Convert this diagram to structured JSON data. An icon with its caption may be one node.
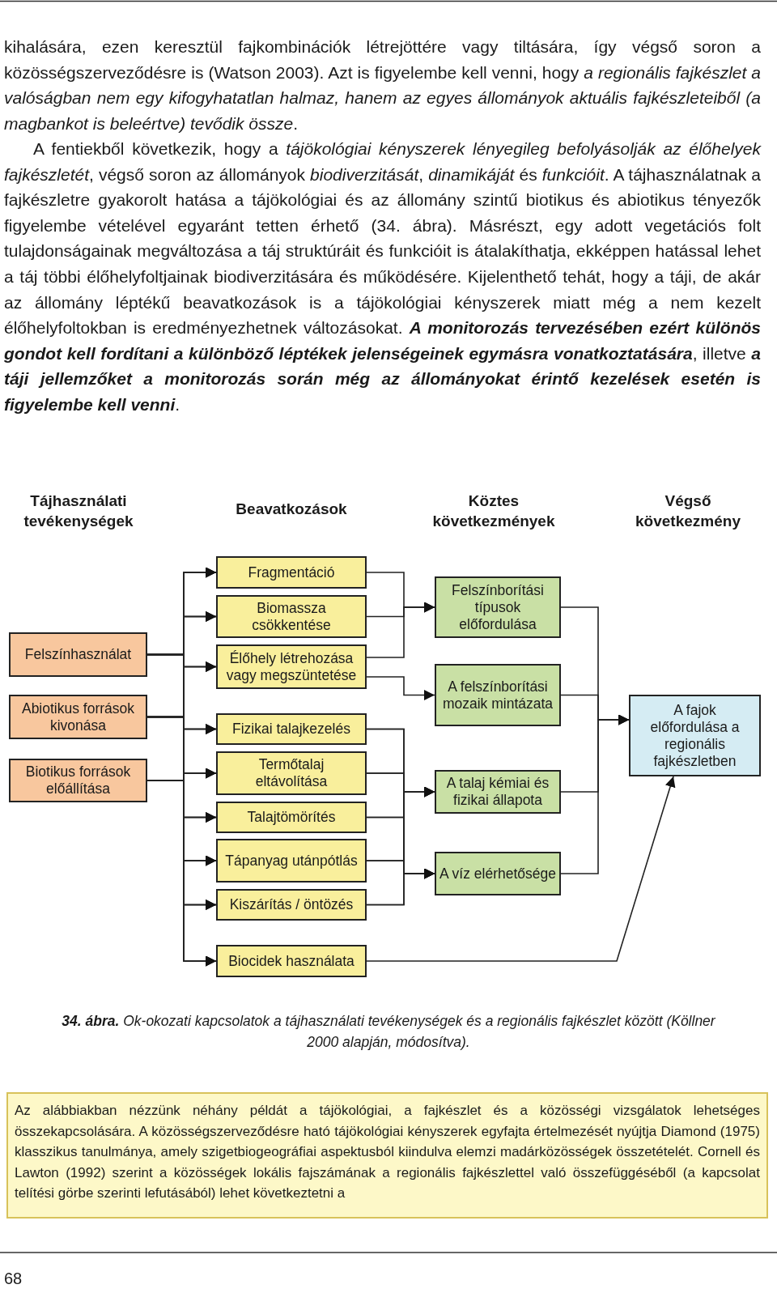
{
  "diagram": {
    "caption": "**34. ábra.** Ok-okozati kapcsolatok a tájhasználati tevékenységek és a regionális fajkészlet között (Köllner 2000 alapján, módosítva).",
    "nodes": [
      {
        "text": [
          "Felszínhasználat"
        ]
      },
      {
        "text": [
          "Abiotikus források kivonása"
        ]
      },
      {
        "text": [
          "Biotikus források előállítása"
        ]
      },
      {
        "text": [
          "Fragmentáció"
        ]
      },
      {
        "text": [
          "Biomassza csökkentése"
        ]
      },
      {
        "text": [
          "Élőhely létrehozása vagy megszüntetése"
        ]
      },
      {
        "text": [
          "Fizikai talajkezelés"
        ]
      },
      {
        "text": [
          "Termőtalaj eltávolítása"
        ]
      },
      {
        "text": [
          "Talajtömörítés"
        ]
      },
      {
        "text": [
          "Tápanyag utánpótlás"
        ]
      },
      {
        "text": [
          "Kiszárítás / öntözés"
        ]
      },
      {
        "text": [
          "Biocidek használata"
        ]
      },
      {
        "text": [
          "Felszínborítási típusok előfordulása"
        ]
      },
      {
        "text": [
          "A felszínborítási mozaik mintázata"
        ]
      },
      {
        "text": [
          "A talaj kémiai és fizikai állapota"
        ]
      },
      {
        "text": [
          "A víz elérhetősége"
        ]
      },
      {
        "text": [
          "A fajok előfordulása a regionális fajkészletben"
        ]
      },
      {
        "text": [
          "Az alábbiakban nézzünk néhány példát a tájökológiai, a fajkészlet és a közösségi vizsgálatok lehetséges összekapcsolására. A közösségszerveződésre ható tájökológiai kényszerek egyfajta értelmezését nyújtja Diamond (1975) klasszikus tanulmánya, amely szigetbiogeográfiai aspektusból kiindulva elemzi madárközösségek összetételét. Cornell és Lawton (1992) szerint a közösségek lokális fajszámának a regionális fajkészlettel való összefüggéséből (a kapcsolat telítési görbe szerinti lefutásából) lehet következtetni a"
        ]
      }
    ],
    "edges": [
      {
        "from": 0,
        "to": 3,
        "arrow": "to"
      },
      {
        "from": 0,
        "to": 4,
        "arrow": "to"
      },
      {
        "from": 0,
        "to": 5,
        "arrow": "to"
      },
      {
        "from": 0,
        "to": 6,
        "arrow": "to"
      },
      {
        "from": 0,
        "to": 7,
        "arrow": "to"
      },
      {
        "from": 0,
        "to": 8,
        "arrow": "to"
      },
      {
        "from": 0,
        "to": 9,
        "arrow": "to"
      },
      {
        "from": 0,
        "to": 10,
        "arrow": "to"
      },
      {
        "from": 0,
        "to": 11,
        "arrow": "to"
      },
      {
        "from": 1,
        "to": 3,
        "arrow": "to"
      },
      {
        "from": 1,
        "to": 4,
        "arrow": "to"
      },
      {
        "from": 1,
        "to": 5,
        "arrow": "to"
      },
      {
        "from": 1,
        "to": 6,
        "arrow": "to"
      },
      {
        "from": 1,
        "to": 7,
        "arrow": "to"
      },
      {
        "from": 1,
        "to": 8,
        "arrow": "to"
      },
      {
        "from": 1,
        "to": 9,
        "arrow": "to"
      },
      {
        "from": 1,
        "to": 10,
        "arrow": "to"
      },
      {
        "from": 1,
        "to": 11,
        "arrow": "to"
      },
      {
        "from": 2,
        "to": 3,
        "arrow": "to"
      },
      {
        "from": 2,
        "to": 4,
        "arrow": "to"
      },
      {
        "from": 2,
        "to": 5,
        "arrow": "to"
      },
      {
        "from": 2,
        "to": 6,
        "arrow": "to"
      },
      {
        "from": 2,
        "to": 7,
        "arrow": "to"
      },
      {
        "from": 2,
        "to": 8,
        "arrow": "to"
      },
      {
        "from": 2,
        "to": 9,
        "arrow": "to"
      },
      {
        "from": 2,
        "to": 10,
        "arrow": "to"
      },
      {
        "from": 2,
        "to": 11,
        "arrow": "to"
      },
      {
        "from": 3,
        "to": 12,
        "arrow": "to"
      },
      {
        "from": 4,
        "to": 12,
        "arrow": "to"
      },
      {
        "from": 5,
        "to": 12,
        "arrow": "to"
      },
      {
        "from": 5,
        "to": 13,
        "arrow": "to"
      },
      {
        "from": 6,
        "to": 14,
        "arrow": "to"
      },
      {
        "from": 7,
        "to": 14,
        "arrow": "to"
      },
      {
        "from": 8,
        "to": 14,
        "arrow": "to"
      },
      {
        "from": 9,
        "to": 14,
        "arrow": "to"
      },
      {
        "from": 10,
        "to": 14,
        "arrow": "to"
      },
      {
        "from": 6,
        "to": 15,
        "arrow": "to"
      },
      {
        "from": 7,
        "to": 15,
        "arrow": "to"
      },
      {
        "from": 8,
        "to": 15,
        "arrow": "to"
      },
      {
        "from": 9,
        "to": 15,
        "arrow": "to"
      },
      {
        "from": 10,
        "to": 15,
        "arrow": "to"
      },
      {
        "from": 12,
        "to": 16,
        "arrow": "to"
      },
      {
        "from": 13,
        "to": 16,
        "arrow": "to"
      },
      {
        "from": 14,
        "to": 16,
        "arrow": "to"
      },
      {
        "from": 15,
        "to": 16,
        "arrow": "to"
      },
      {
        "from": 11,
        "to": 16,
        "arrow": "to"
      }
    ],
    "labels": [
      "kihalására, ezen keresztül fajkombinációk létrejöttére vagy tiltására, így végső soron a közösségszerveződésre is (Watson 2003). Azt is figyelembe kell venni, hogy *a regionális fajkészlet a valóságban nem egy kifogyhatatlan halmaz, hanem az egyes állományok aktuális fajkészleteiből (a magbankot is beleértve) tevődik össze*.",
      "A fentiekből következik, hogy a *tájökológiai kényszerek lényegileg befolyásolják az élőhelyek fajkészletét*, végső soron az állományok *biodiverzitását*, *dinamikáját* és *funkcióit*. A tájhasználatnak a fajkészletre gyakorolt hatása a tájökológiai és az állomány szintű biotikus és abiotikus tényezők figyelembe vételével egyaránt tetten érhető (34. ábra). Másrészt, egy adott vegetációs folt tulajdonságainak megváltozása a táj struktúráit és funkcióit is átalakíthatja, ekképpen hatással lehet a táj többi élőhelyfoltjainak biodiverzitására és működésére. Kijelenthető tehát, hogy a táji, de akár az állomány léptékű beavatkozások is a tájökológiai kényszerek miatt még a nem kezelt élőhelyfoltokban is eredményezhetnek változásokat. **A monitorozás tervezésében ezért különös gondot kell fordítani a különböző léptékek jelenségeinek egymásra vonatkoztatására**, illetve **a táji jellemzőket a monitorozás során még az állományokat érintő kezelések esetén is figyelembe kell venni**.",
      "Tájhasználati tevékenységek",
      "Beavatkozások",
      "Köztes következmények",
      "Végső következmény",
      "68"
    ]
  }
}
